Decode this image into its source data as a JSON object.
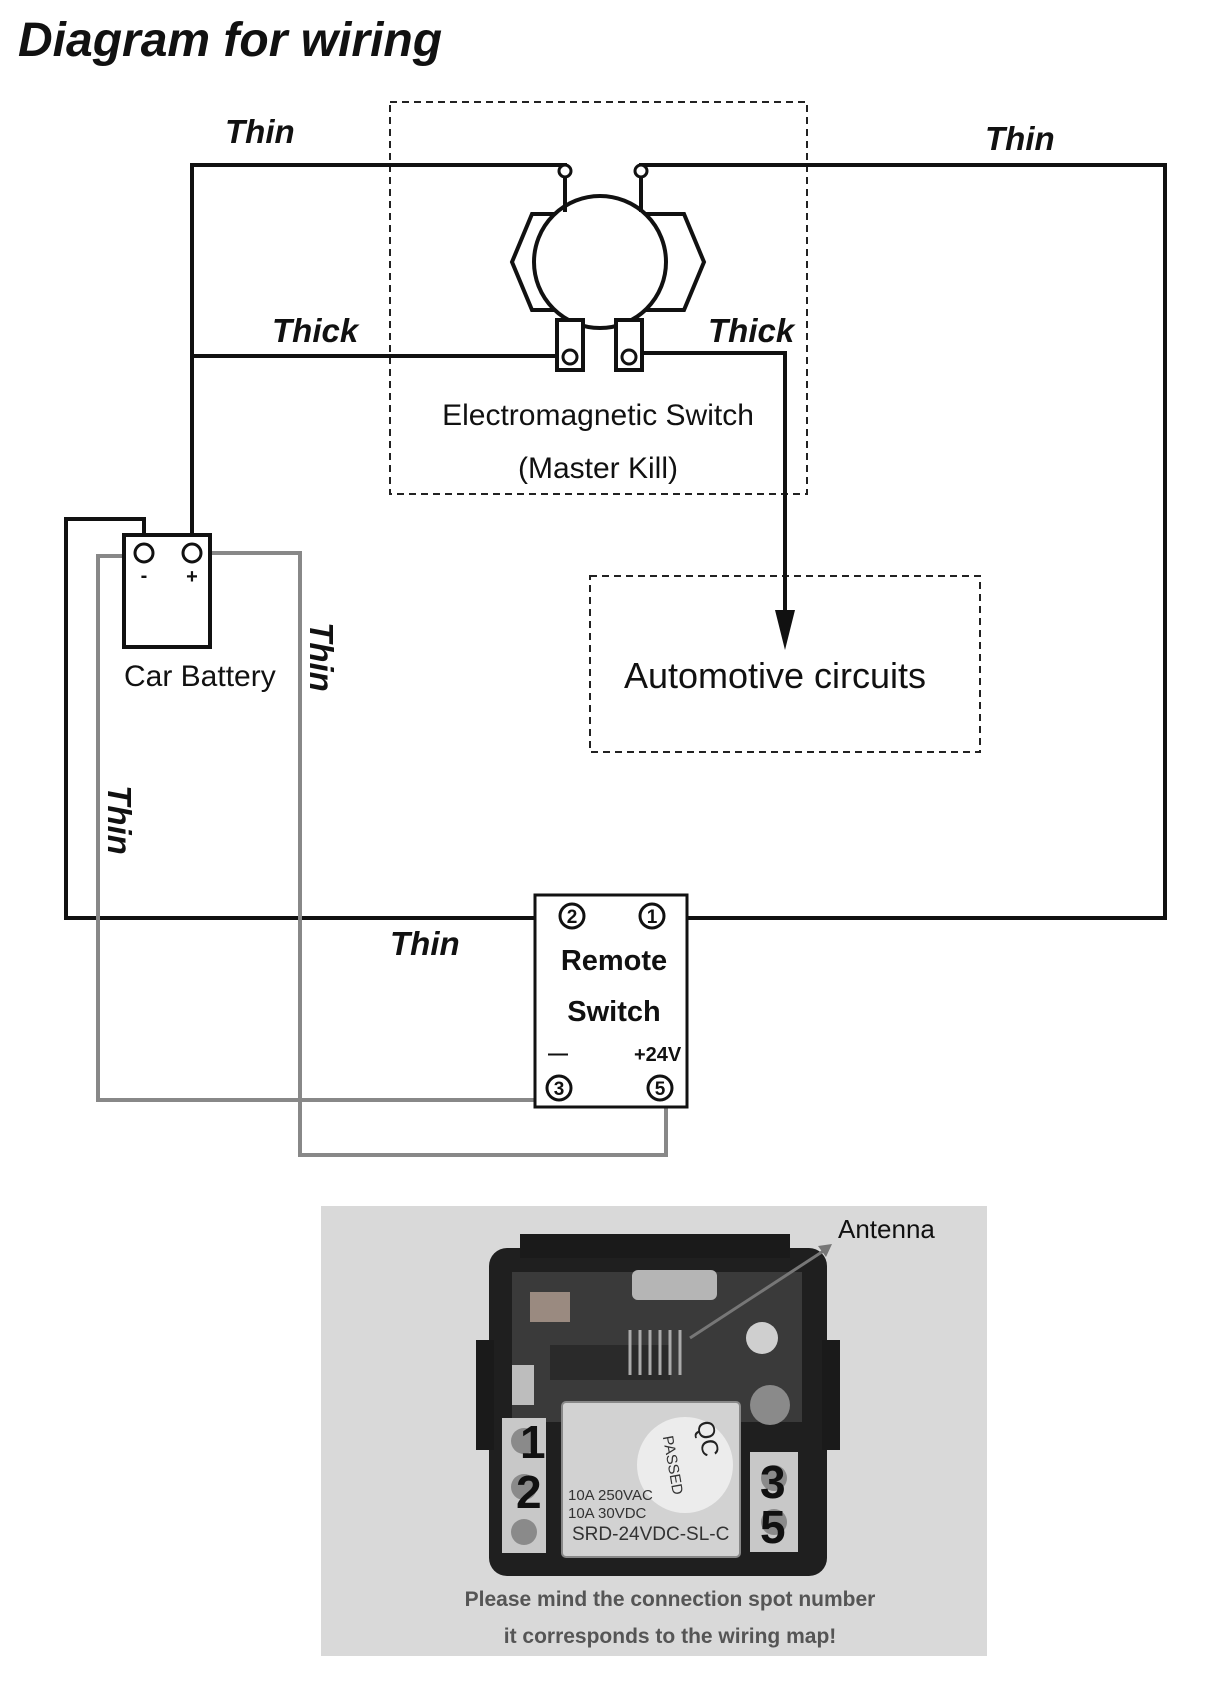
{
  "title": "Diagram for wiring",
  "wires": {
    "thin": "Thin",
    "thick": "Thick"
  },
  "components": {
    "switch_line1": "Electromagnetic Switch",
    "switch_line2": "(Master Kill)",
    "automotive": "Automotive circuits",
    "battery": "Car Battery",
    "battery_minus": "-",
    "battery_plus": "+",
    "remote_line1": "Remote",
    "remote_line2": "Switch",
    "remote_minus": "—",
    "remote_plus": "+24V"
  },
  "terminals": {
    "t1": "1",
    "t2": "2",
    "t3": "3",
    "t5": "5"
  },
  "photo": {
    "antenna": "Antenna",
    "caption_line1": "Please mind the connection spot number",
    "caption_line2": "it corresponds to the wiring map!",
    "relay_line1": "10A 250VAC",
    "relay_line2": "10A 30VDC",
    "relay_model": "SRD-24VDC-SL-C",
    "qc_line1": "QC",
    "qc_line2": "PASSED",
    "num_1": "1",
    "num_2": "2",
    "num_3": "3",
    "num_5": "5"
  },
  "colors": {
    "thick_wire": "#111111",
    "thin_gray_wire": "#888888",
    "photo_bg": "#d9d9d9"
  }
}
